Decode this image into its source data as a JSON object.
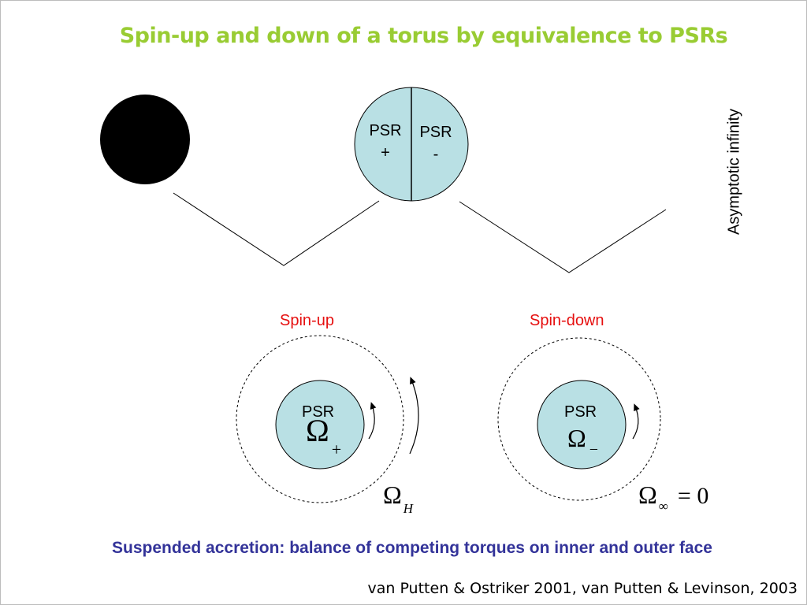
{
  "slide": {
    "title": "Spin-up and down of a torus by equivalence to PSRs",
    "side_label": "Asymptotic infinity",
    "psr_left": {
      "line1": "PSR",
      "line2": "+"
    },
    "psr_right": {
      "line1": "PSR",
      "line2": "-"
    },
    "spin_up": {
      "heading": "Spin-up",
      "psr": "PSR",
      "omega": "Ω",
      "omega_sub": "+",
      "outer_omega": "Ω",
      "outer_sub": "H"
    },
    "spin_down": {
      "heading": "Spin-down",
      "psr": "PSR",
      "omega": "Ω",
      "omega_sub": "−",
      "outer_omega": "Ω",
      "outer_sub": "∞",
      "outer_value": "= 0"
    },
    "note": "Suspended accretion: balance of competing torques on inner and outer face",
    "citation": "van Putten & Ostriker 2001, van Putten & Levinson, 2003"
  },
  "colors": {
    "title": "#99cc33",
    "psr_fill": "#b9e0e4",
    "spin_label": "#e61010",
    "note": "#333399",
    "black_hole": "#000000"
  }
}
